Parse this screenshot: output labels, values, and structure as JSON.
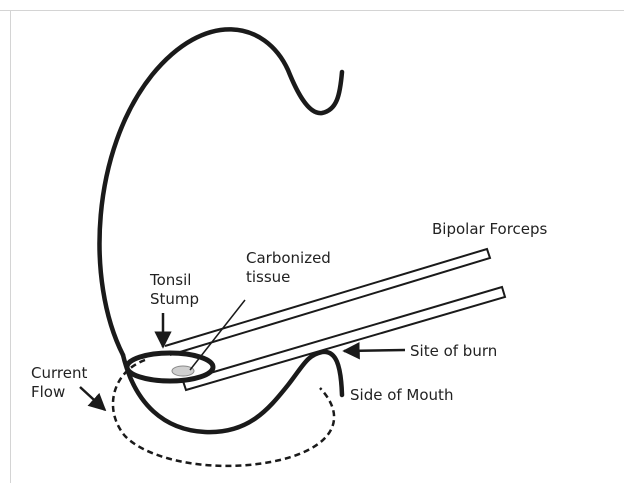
{
  "diagram": {
    "labels": {
      "bipolar_forceps": "Bipolar Forceps",
      "carbonized_line1": "Carbonized",
      "carbonized_line2": "tissue",
      "tonsil_line1": "Tonsil",
      "tonsil_line2": "Stump",
      "current_line1": "Current",
      "current_line2": "Flow",
      "site_of_burn": "Site of burn",
      "side_of_mouth": "Side of Mouth"
    },
    "colors": {
      "stroke": "#1a1a1a",
      "text": "#222222",
      "tissue_fill": "#cfcfcf",
      "background": "#ffffff"
    }
  }
}
